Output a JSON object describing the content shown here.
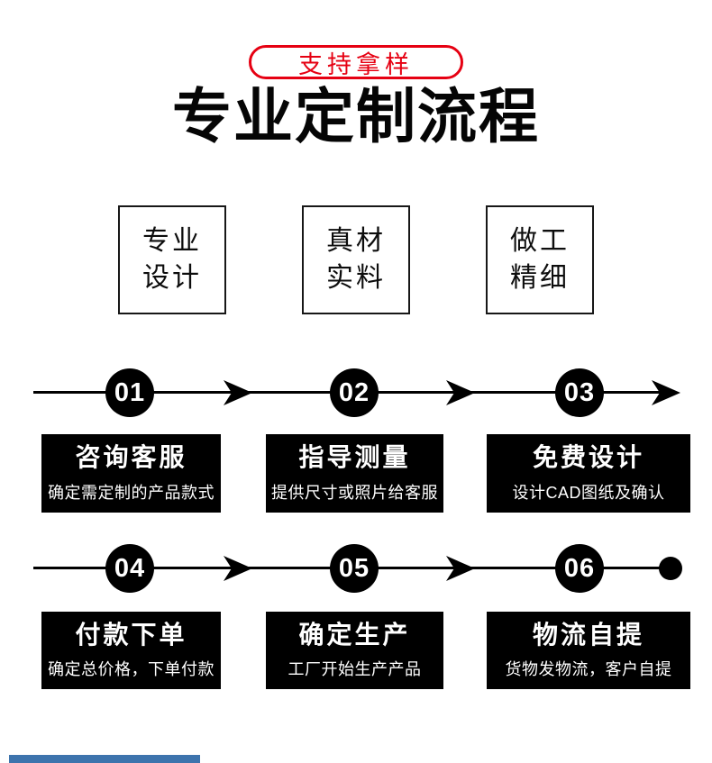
{
  "badge": {
    "label": "支持拿样"
  },
  "title": "专业定制流程",
  "features": [
    {
      "line1": "专业",
      "line2": "设计"
    },
    {
      "line1": "真材",
      "line2": "实料"
    },
    {
      "line1": "做工",
      "line2": "精细"
    }
  ],
  "process": {
    "steps": [
      {
        "num": "01",
        "title": "咨询客服",
        "desc": "确定需定制的产品款式"
      },
      {
        "num": "02",
        "title": "指导测量",
        "desc": "提供尺寸或照片给客服"
      },
      {
        "num": "03",
        "title": "免费设计",
        "desc": "设计CAD图纸及确认"
      },
      {
        "num": "04",
        "title": "付款下单",
        "desc": "确定总价格，下单付款"
      },
      {
        "num": "05",
        "title": "确定生产",
        "desc": "工厂开始生产产品"
      },
      {
        "num": "06",
        "title": "物流自提",
        "desc": "货物发物流，客户自提"
      }
    ]
  },
  "colors": {
    "accent_red": "#e60012",
    "ink": "#000000",
    "bottom_bar_blue": "#3d74ad"
  }
}
